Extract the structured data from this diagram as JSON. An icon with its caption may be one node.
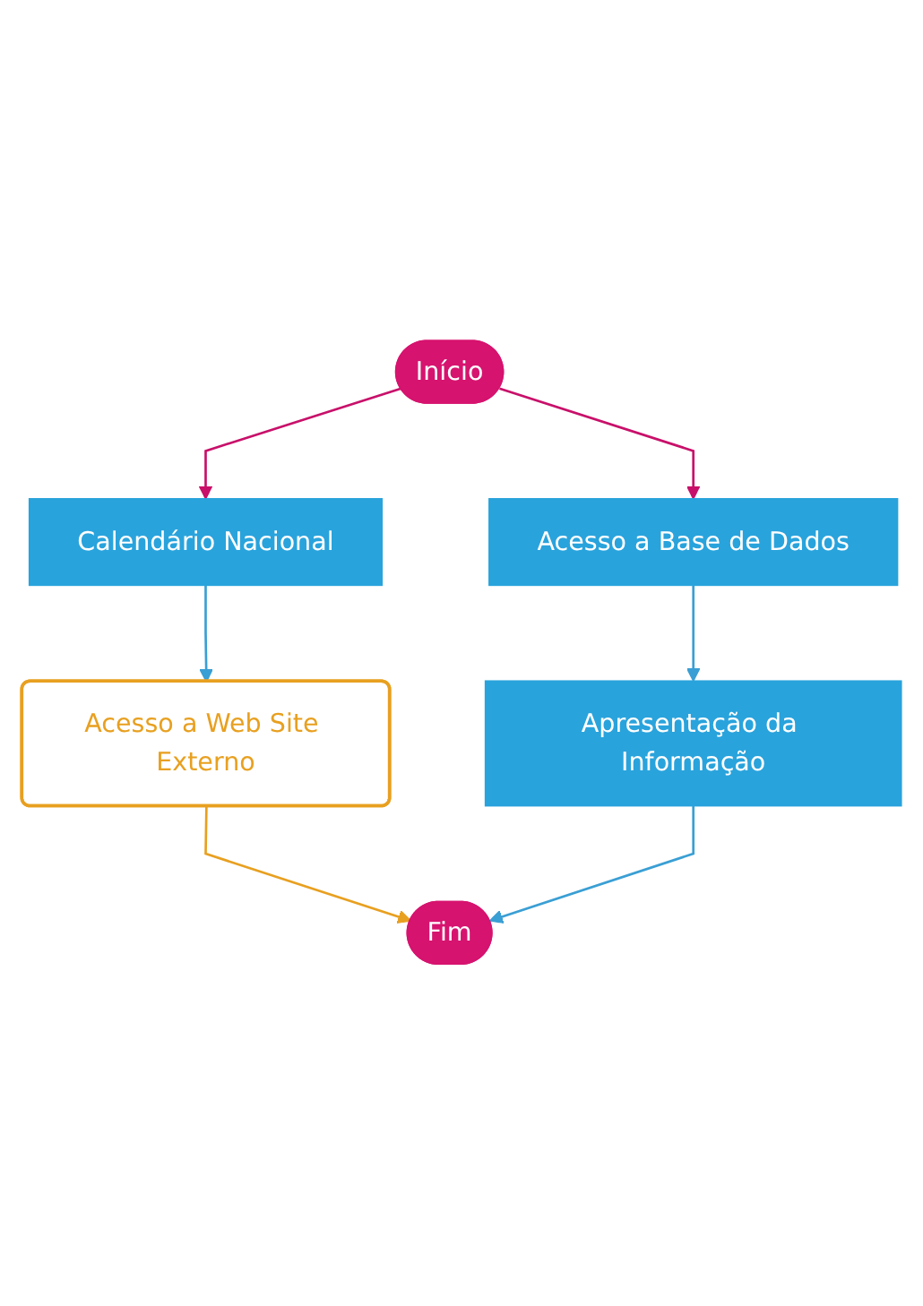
{
  "diagram": {
    "nodes": [
      {
        "text": [
          "Início"
        ]
      },
      {
        "text": [
          "Calendário Nacional"
        ]
      },
      {
        "text": [
          "Acesso a Base de Dados"
        ]
      },
      {
        "text": [
          "Acesso a Web Site Externo"
        ]
      },
      {
        "text": [
          "Apresentação da Informação"
        ]
      },
      {
        "text": [
          "Fim"
        ]
      }
    ],
    "edges": [
      {
        "from": 0,
        "to": 1,
        "arrow": "to",
        "color": "#c8106a"
      },
      {
        "from": 0,
        "to": 2,
        "arrow": "to",
        "color": "#c8106a"
      },
      {
        "from": 1,
        "to": 3,
        "arrow": "to"
      },
      {
        "from": 2,
        "to": 4,
        "arrow": "to"
      },
      {
        "from": 3,
        "to": 5,
        "arrow": "to",
        "color": "#e8a020"
      },
      {
        "from": 4,
        "to": 5,
        "arrow": "to"
      }
    ]
  }
}
